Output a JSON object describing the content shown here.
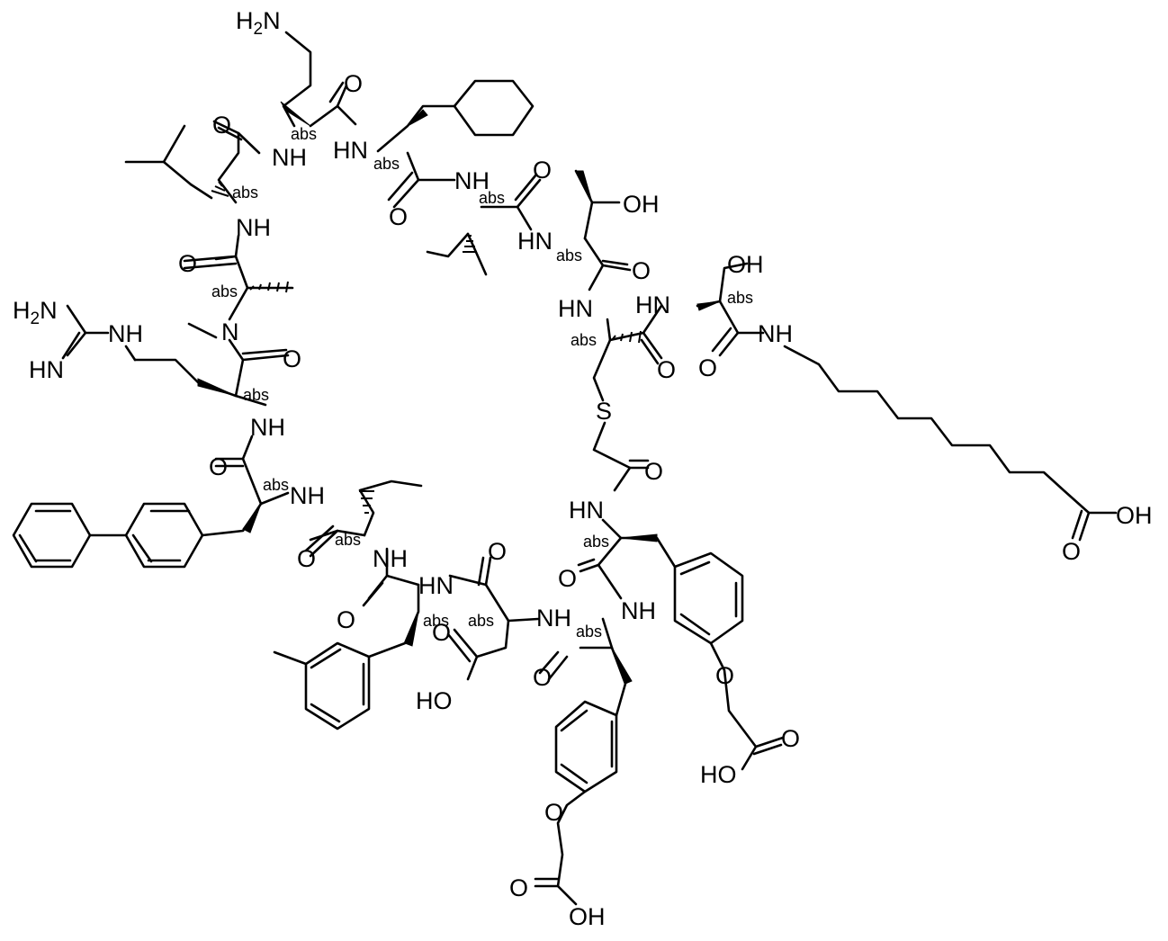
{
  "labels": {
    "amine": "H2N",
    "guanidine_amine": "H2N",
    "nh": "NH",
    "hn": "HN",
    "n": "N",
    "o": "O",
    "oh": "OH",
    "ho": "HO",
    "s": "S",
    "abs": "abs"
  }
}
